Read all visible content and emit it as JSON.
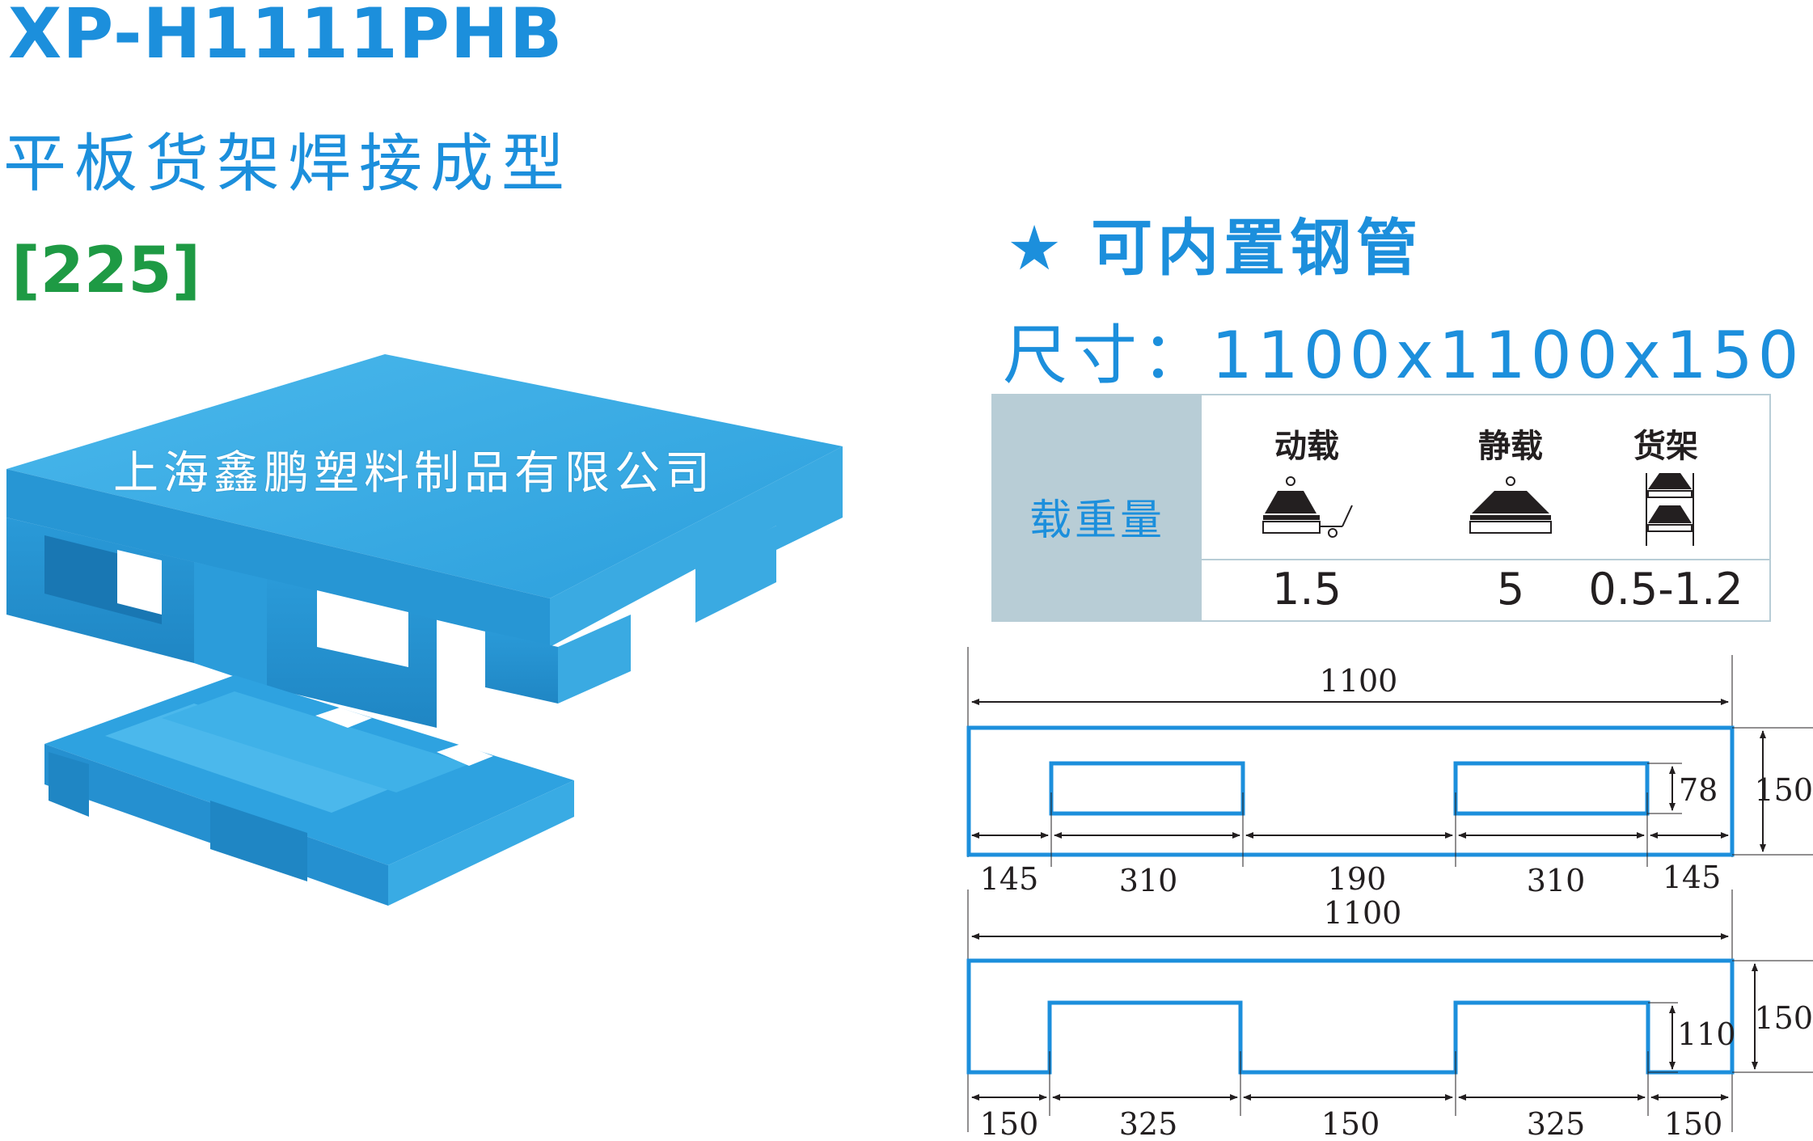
{
  "header": {
    "model": "XP-H1111PHB",
    "subtitle": "平板货架焊接成型",
    "code": "[225]"
  },
  "feature": {
    "star": "★",
    "text": "可内置钢管"
  },
  "size": "尺寸：1100x1100x150",
  "company_watermark": "上海鑫鹏塑料制品有限公司",
  "load_table": {
    "label": "载重量",
    "columns": [
      {
        "name": "动载",
        "value": "1.5",
        "icon": "dynamic-load-icon"
      },
      {
        "name": "静载",
        "value": "5",
        "icon": "static-load-icon"
      },
      {
        "name": "货架",
        "value": "0.5-1.2",
        "icon": "rack-load-icon"
      }
    ]
  },
  "drawing_top": {
    "total_width": "1100",
    "height": "150",
    "opening_height": "78",
    "segments": [
      "145",
      "310",
      "190",
      "310",
      "145"
    ]
  },
  "drawing_bottom": {
    "total_width": "1100",
    "height": "150",
    "opening_height": "110",
    "segments": [
      "150",
      "325",
      "150",
      "325",
      "150"
    ]
  },
  "colors": {
    "accent": "#1c8fdc",
    "code_green": "#1e9a44",
    "table_gray": "#b8cdd6",
    "pallet_blue": "#2fa6e3"
  }
}
